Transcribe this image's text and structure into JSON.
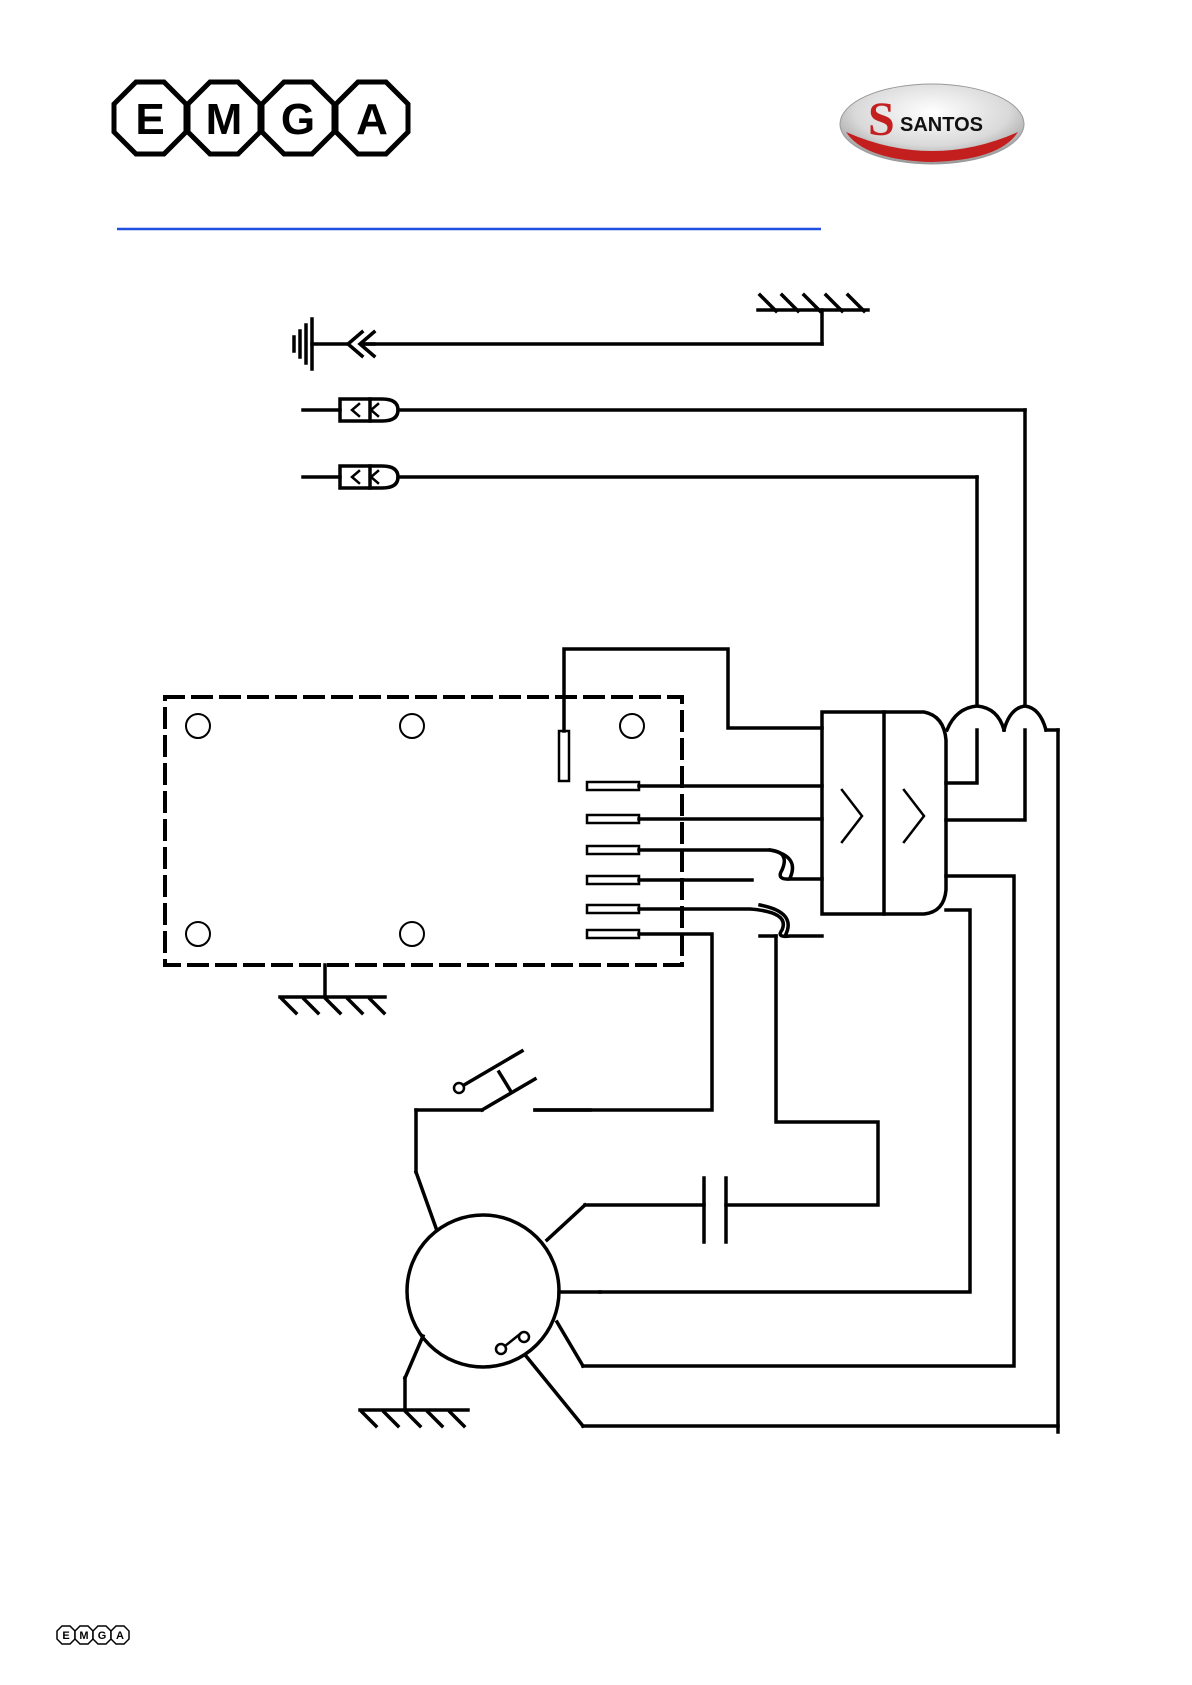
{
  "header": {
    "emga_letters": [
      "E",
      "M",
      "G",
      "A"
    ],
    "santos_logo_text": "SANTOS",
    "santos_logo_initial": "S",
    "divider_color": "#1f4fe0"
  },
  "footer": {
    "emga_letters": [
      "E",
      "M",
      "G",
      "A"
    ]
  },
  "diagram": {
    "line_color": "#000000",
    "components": [
      "ground-plug-symbol",
      "line-connector-1",
      "line-connector-2",
      "control-board",
      "relay-block",
      "inductor-coils",
      "door-switch",
      "capacitor",
      "motor",
      "thermal-protector",
      "earth-ground-symbols"
    ]
  }
}
